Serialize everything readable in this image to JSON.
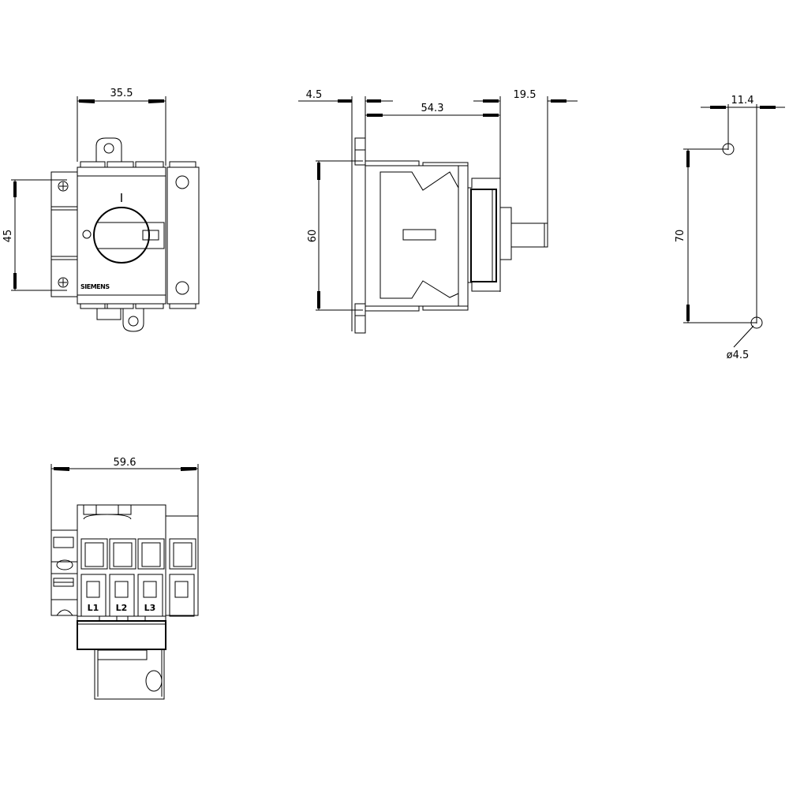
{
  "drawing": {
    "type": "technical dimension drawing",
    "subject": "3-pole switch disconnector (front, side, mounting hole and bottom views)",
    "brand_marking": "SIEMENS",
    "switch_position_marking": "I",
    "units": "mm",
    "line_color": "#000000",
    "background_color": "#ffffff"
  },
  "views": {
    "front": {
      "dims": {
        "width": "35.5",
        "height": "45"
      }
    },
    "side": {
      "dims": {
        "rail_offset": "4.5",
        "depth": "54.3",
        "handle": "19.5",
        "height": "60"
      }
    },
    "mounting": {
      "dims": {
        "horizontal_offset": "11.4",
        "vertical_spacing": "70",
        "hole_diameter": "ø4.5"
      }
    },
    "bottom": {
      "dims": {
        "width": "59.6"
      },
      "terminals": [
        "L1",
        "L2",
        "L3"
      ]
    }
  }
}
